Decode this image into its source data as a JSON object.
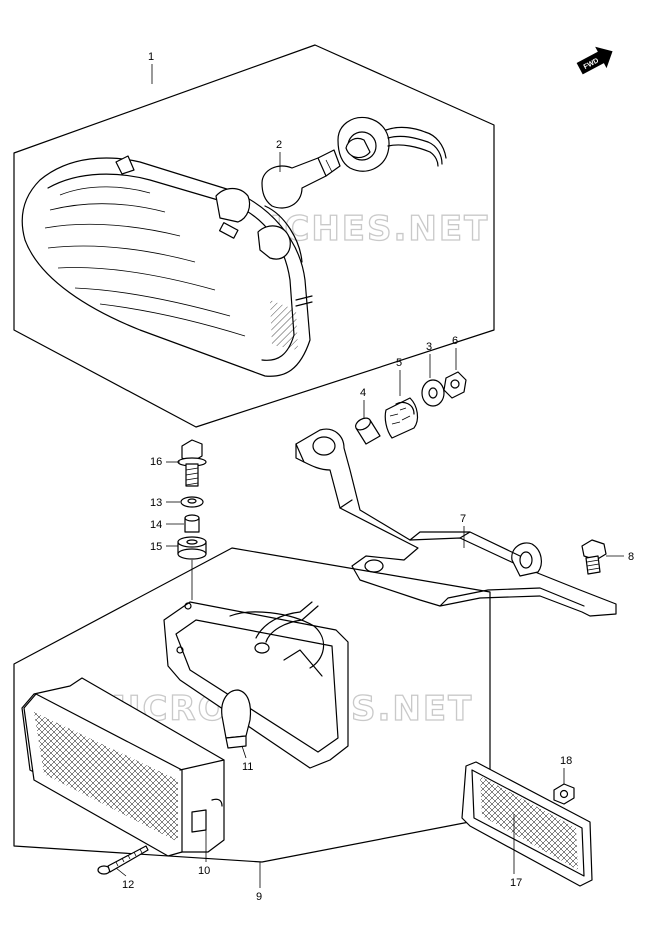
{
  "badge": {
    "fwd_label": "FWD"
  },
  "watermarks": [
    "MICROFICHES.NET",
    "MICROFICHES.NET"
  ],
  "callouts": {
    "c1": "1",
    "c2": "2",
    "c3": "3",
    "c4": "4",
    "c5": "5",
    "c6": "6",
    "c7": "7",
    "c8": "8",
    "c9": "9",
    "c10": "10",
    "c11": "11",
    "c12": "12",
    "c13": "13",
    "c14": "14",
    "c15": "15",
    "c16": "16",
    "c17": "17",
    "c18": "18"
  }
}
